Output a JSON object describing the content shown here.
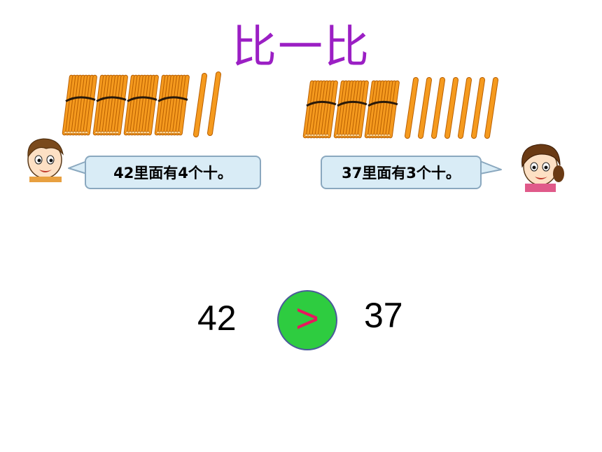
{
  "title": {
    "text": "比一比",
    "color": "#9b1fc4"
  },
  "left": {
    "bundles": 4,
    "singles": 2,
    "bubble_text": "42里面有4个十。"
  },
  "right": {
    "bundles": 3,
    "singles": 7,
    "bubble_text": "37里面有3个十。"
  },
  "comparison": {
    "left_number": "42",
    "sign": ">",
    "right_number": "37",
    "circle_color": "#2ecc40",
    "sign_color": "#e8175d"
  },
  "colors": {
    "stick": "#f59a1e",
    "stick_edge": "#b85e00",
    "bubble": "#d9ecf6"
  }
}
